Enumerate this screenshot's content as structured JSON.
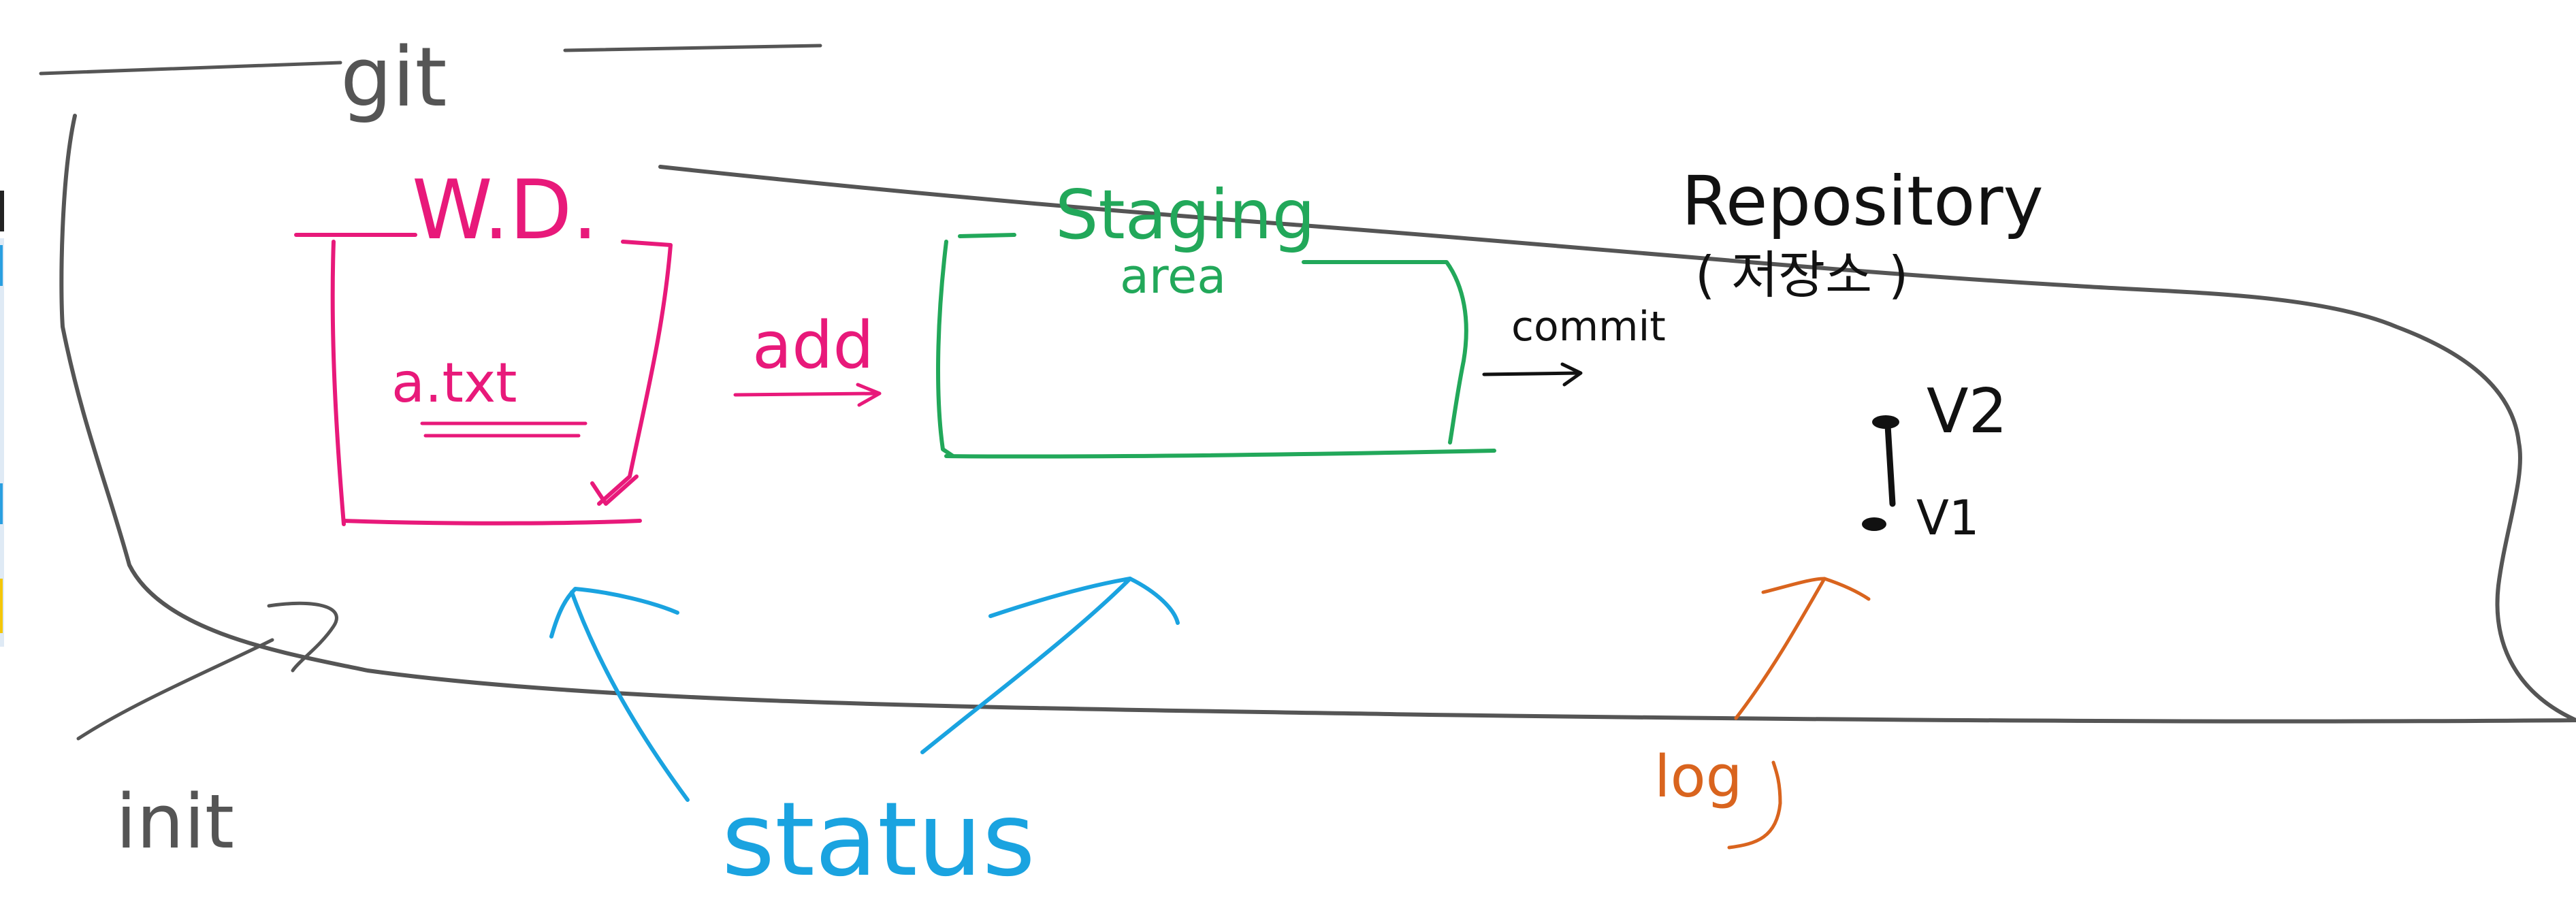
{
  "diagram": {
    "title": "git",
    "working_dir": {
      "label": "W.D.",
      "file": "a.txt"
    },
    "staging": {
      "label_line1": "Staging",
      "label_line2": "area"
    },
    "repository": {
      "label": "Repository",
      "sublabel": "( 저장소 )",
      "versions": [
        "V2",
        "V1"
      ]
    },
    "commands": {
      "add": "add",
      "commit": "commit",
      "init": "init",
      "status": "status",
      "log": "log"
    },
    "colors": {
      "outline": "#555555",
      "working_dir": "#e8197a",
      "staging": "#22a85a",
      "status": "#1aa3e0",
      "log": "#d9641e",
      "repository": "#111111"
    }
  }
}
